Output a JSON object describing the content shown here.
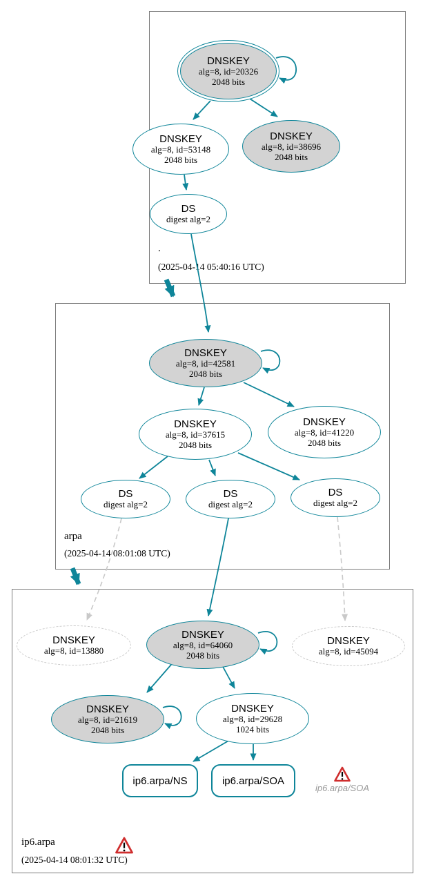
{
  "colors": {
    "secure_teal": "#0e8599",
    "node_fill_gray": "#d3d3d3",
    "insecure_dashed_gray": "#c9c9c9",
    "warning_red": "#cf2e2e",
    "zone_box_border": "#7a7a7a"
  },
  "icons": {
    "warning": "triangle-exclamation"
  },
  "zones": {
    "root": {
      "label": ".",
      "timestamp": "(2025-04-14 05:40:16 UTC)",
      "nodes": {
        "ksk": {
          "title": "DNSKEY",
          "detail": "alg=8, id=20326",
          "bits": "2048 bits"
        },
        "zsk": {
          "title": "DNSKEY",
          "detail": "alg=8, id=53148",
          "bits": "2048 bits"
        },
        "dnskey_38696": {
          "title": "DNSKEY",
          "detail": "alg=8, id=38696",
          "bits": "2048 bits"
        },
        "ds": {
          "title": "DS",
          "detail": "digest alg=2"
        }
      }
    },
    "arpa": {
      "label": "arpa",
      "timestamp": "(2025-04-14 08:01:08 UTC)",
      "nodes": {
        "ksk": {
          "title": "DNSKEY",
          "detail": "alg=8, id=42581",
          "bits": "2048 bits"
        },
        "zsk": {
          "title": "DNSKEY",
          "detail": "alg=8, id=37615",
          "bits": "2048 bits"
        },
        "dnskey_41220": {
          "title": "DNSKEY",
          "detail": "alg=8, id=41220",
          "bits": "2048 bits"
        },
        "ds1": {
          "title": "DS",
          "detail": "digest alg=2"
        },
        "ds2": {
          "title": "DS",
          "detail": "digest alg=2"
        },
        "ds3": {
          "title": "DS",
          "detail": "digest alg=2"
        }
      }
    },
    "ip6_arpa": {
      "label": "ip6.arpa",
      "timestamp": "(2025-04-14 08:01:32 UTC)",
      "nodes": {
        "dnskey_13880": {
          "title": "DNSKEY",
          "detail": "alg=8, id=13880"
        },
        "ksk": {
          "title": "DNSKEY",
          "detail": "alg=8, id=64060",
          "bits": "2048 bits"
        },
        "dnskey_45094": {
          "title": "DNSKEY",
          "detail": "alg=8, id=45094"
        },
        "dnskey_21619": {
          "title": "DNSKEY",
          "detail": "alg=8, id=21619",
          "bits": "2048 bits"
        },
        "zsk": {
          "title": "DNSKEY",
          "detail": "alg=8, id=29628",
          "bits": "1024 bits"
        },
        "rr_ns": {
          "label": "ip6.arpa/NS"
        },
        "rr_soa": {
          "label": "ip6.arpa/SOA"
        },
        "soa_warning_label": "ip6.arpa/SOA"
      }
    }
  }
}
